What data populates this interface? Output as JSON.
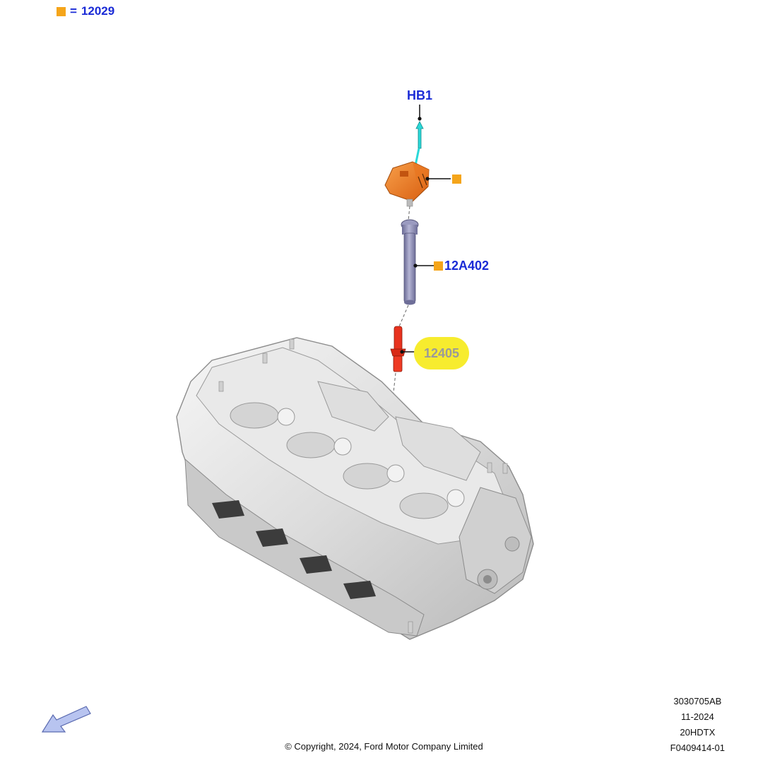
{
  "legend": {
    "swatch_color": "#f5a51a",
    "equals": "=",
    "code": "12029"
  },
  "callouts": {
    "hb1": "HB1",
    "coil_marker": "",
    "tube": "12A402",
    "spark_plug": "12405"
  },
  "meta": {
    "drawing_code": "3030705AB",
    "date": "11-2024",
    "engine": "20HDTX",
    "figure_id": "F0409414-01"
  },
  "copyright": "© Copyright, 2024, Ford Motor Company Limited",
  "colors": {
    "label_blue": "#1a2bd6",
    "coil_orange": "#f07a1e",
    "tube_purple": "#8a8ab0",
    "plug_red": "#e8321e",
    "hb_cyan": "#2ad8d8",
    "highlight_yellow": "#f7ec2e",
    "nav_arrow": "#b8c4f0"
  },
  "icons": {
    "nav": "back-arrow-icon"
  }
}
